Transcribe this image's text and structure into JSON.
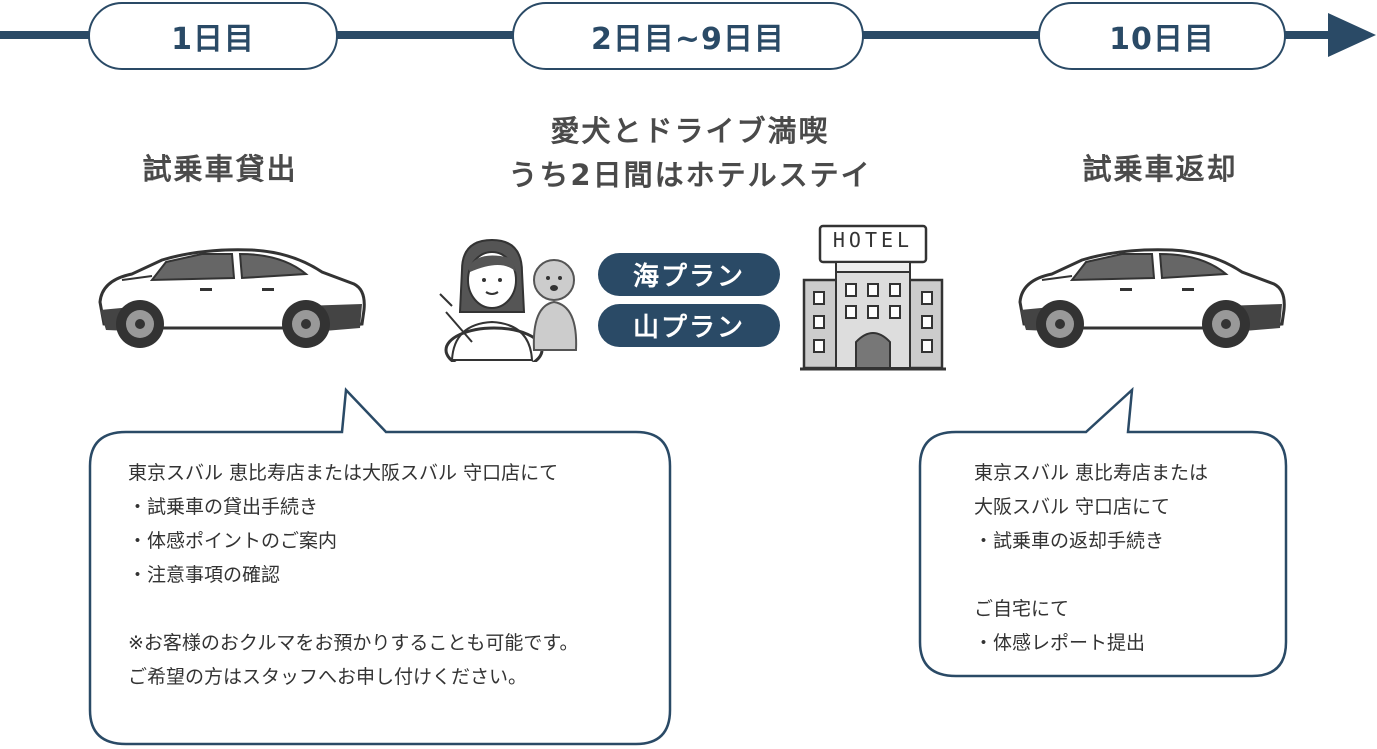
{
  "timeline": {
    "stage1": "1日目",
    "stage2": "2日目~9日目",
    "stage3": "10日目"
  },
  "headings": {
    "stage1": "試乗車貸出",
    "stage2_line1": "愛犬とドライブ満喫",
    "stage2_line2": "うち2日間はホテルステイ",
    "stage3": "試乗車返却"
  },
  "plans": {
    "sea": "海プラン",
    "mountain": "山プラン"
  },
  "hotel_sign": "HOTEL",
  "bubble_left": {
    "lines": [
      "東京スバル 恵比寿店または大阪スバル 守口店にて",
      "・試乗車の貸出手続き",
      "・体感ポイントのご案内",
      "・注意事項の確認",
      "",
      "※お客様のおクルマをお預かりすることも可能です。",
      "ご希望の方はスタッフへお申し付けください。"
    ]
  },
  "bubble_right": {
    "lines": [
      "東京スバル 恵比寿店または",
      "大阪スバル 守口店にて",
      "・試乗車の返却手続き",
      "",
      "ご自宅にて",
      "・体感レポート提出"
    ]
  },
  "colors": {
    "navy": "#2a4a66",
    "text": "#333333",
    "heading": "#4a4a4a"
  },
  "icons": {
    "car": "suv-car-icon",
    "driver": "driver-with-dog-icon",
    "hotel": "hotel-building-icon"
  }
}
